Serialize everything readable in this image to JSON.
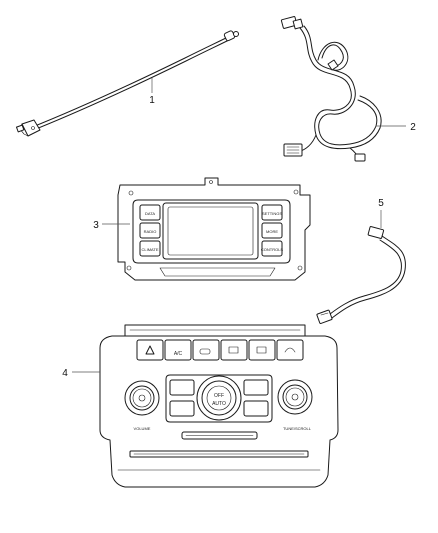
{
  "callouts": [
    {
      "id": "1",
      "text": "1",
      "part": "antenna cable"
    },
    {
      "id": "2",
      "text": "2",
      "part": "wiring harness"
    },
    {
      "id": "3",
      "text": "3",
      "part": "display module"
    },
    {
      "id": "4",
      "text": "4",
      "part": "climate control panel"
    },
    {
      "id": "5",
      "text": "5",
      "part": "jumper harness"
    }
  ],
  "panel_labels": {
    "ac": "A/C",
    "volume": "VOLUME",
    "tune_scroll": "TUNE/SCROLL",
    "auto": "AUTO",
    "off": "OFF"
  },
  "display_labels": {
    "left_top": "DATA",
    "left_mid": "RADIO",
    "left_bot": "CLIMATE",
    "right_top": "SETTINGS",
    "right_mid": "MORE",
    "right_bot": "CONTROLS"
  },
  "colors": {
    "line": "#1a1a1a",
    "background": "#ffffff"
  }
}
